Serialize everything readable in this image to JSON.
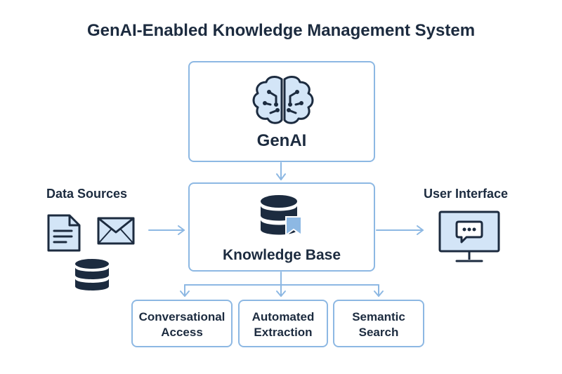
{
  "diagram": {
    "title": "GenAI-Enabled Knowledge Management System",
    "genai": {
      "label": "GenAI",
      "icon": "brain-circuit-icon"
    },
    "knowledge_base": {
      "label": "Knowledge Base",
      "icon": "database-bookmark-icon"
    },
    "data_sources": {
      "label": "Data Sources",
      "icons": [
        "document-icon",
        "envelope-icon",
        "database-icon"
      ]
    },
    "user_interface": {
      "label": "User Interface",
      "icon": "monitor-chat-icon"
    },
    "outputs": [
      {
        "line1": "Conversational",
        "line2": "Access"
      },
      {
        "line1": "Automated",
        "line2": "Extraction"
      },
      {
        "line1": "Semantic",
        "line2": "Search"
      }
    ],
    "colors": {
      "primary": "#1c2b3f",
      "line": "#8db8e3",
      "icon_fill": "#d3e5f7"
    }
  }
}
